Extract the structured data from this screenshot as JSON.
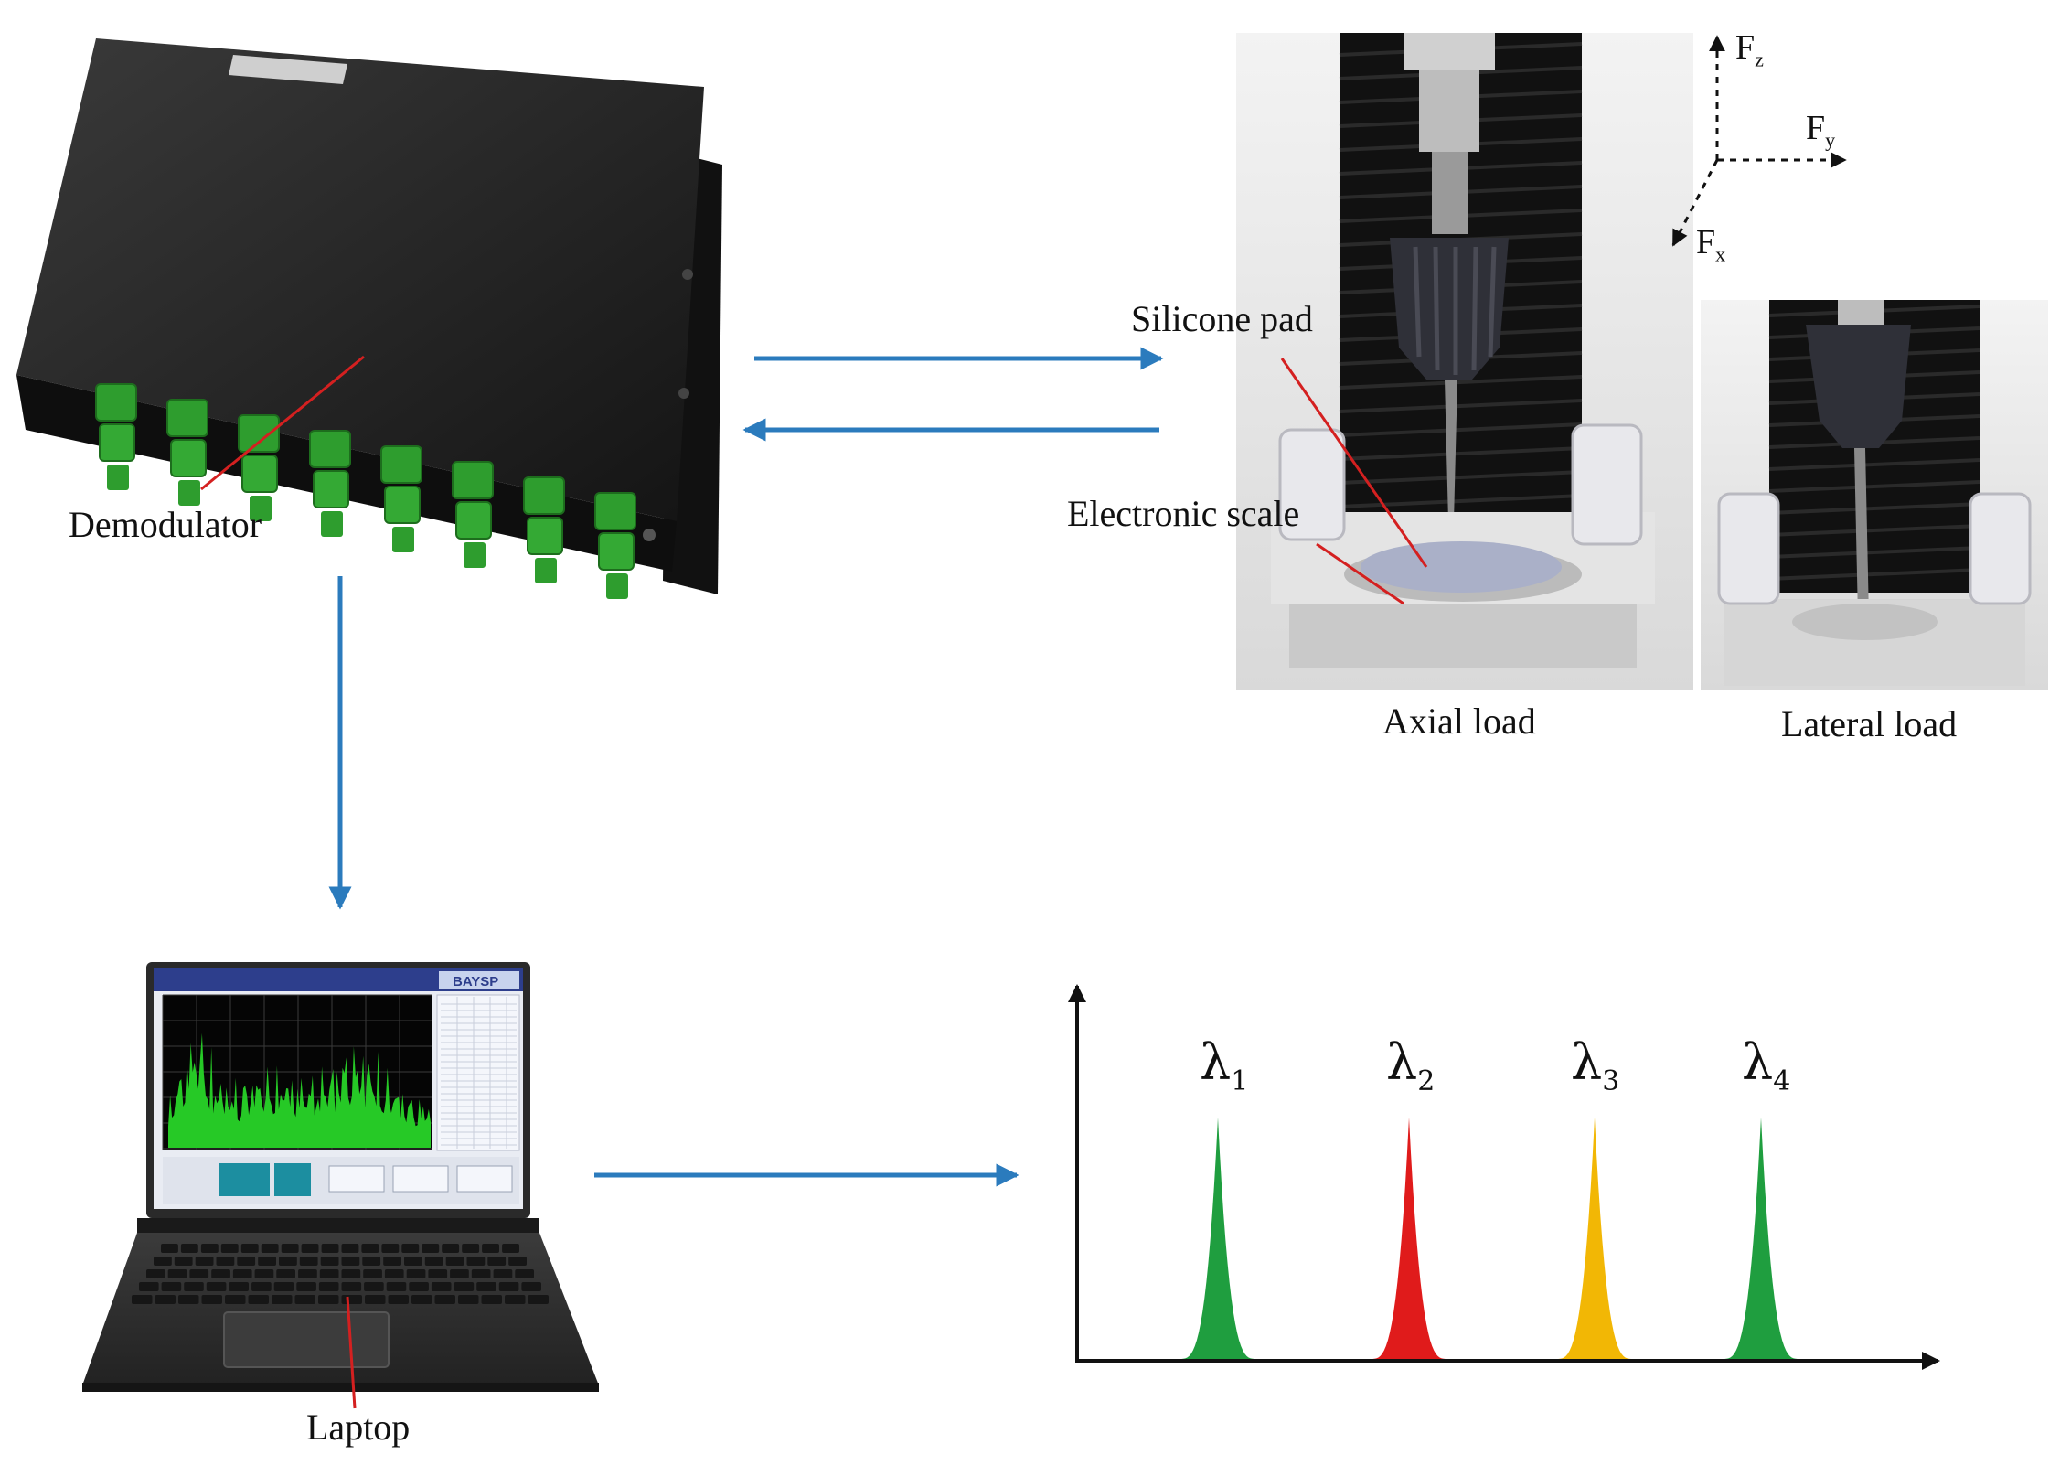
{
  "labels": {
    "demodulator": "Demodulator",
    "silicone_pad": "Silicone pad",
    "electronic_scale": "Electronic scale",
    "axial_load": "Axial load",
    "lateral_load": "Lateral load",
    "laptop": "Laptop",
    "laptop_screen_brand": "BAYSP"
  },
  "force_axes": [
    {
      "base": "F",
      "sub": "z"
    },
    {
      "base": "F",
      "sub": "y"
    },
    {
      "base": "F",
      "sub": "x"
    }
  ],
  "spectrum": {
    "peaks": [
      {
        "symbol": "λ",
        "sub": "1",
        "color": "#1f9e3f"
      },
      {
        "symbol": "λ",
        "sub": "2",
        "color": "#e01b1b"
      },
      {
        "symbol": "λ",
        "sub": "3",
        "color": "#f2b705"
      },
      {
        "symbol": "λ",
        "sub": "4",
        "color": "#1f9e3f"
      }
    ]
  },
  "colors": {
    "arrow_blue": "#2b7bbd",
    "leader_red": "#d42020",
    "device_black": "#1d1d1d",
    "connector_green": "#2e9d2e",
    "screen_green": "#26c926"
  }
}
